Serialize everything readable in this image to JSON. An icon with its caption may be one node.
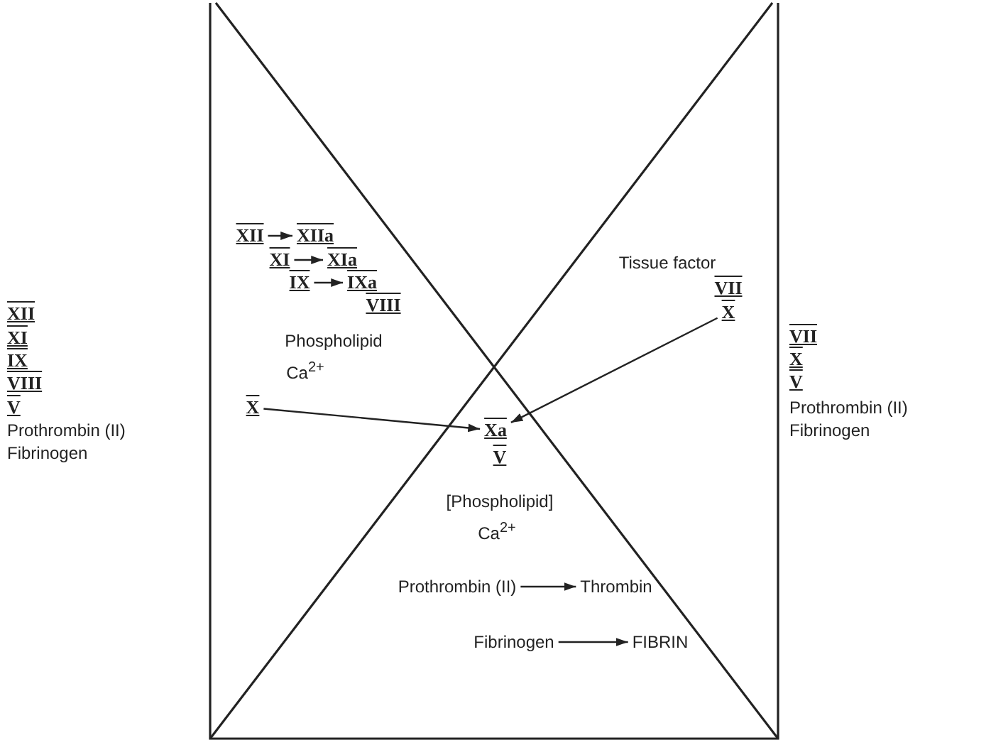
{
  "diagram": {
    "nodes": [
      {
        "text": [
          "XII"
        ]
      },
      {
        "text": [
          "XIIa"
        ]
      },
      {
        "text": [
          "XI"
        ]
      },
      {
        "text": [
          "XIa"
        ]
      },
      {
        "text": [
          "IX"
        ]
      },
      {
        "text": [
          "IXa"
        ]
      },
      {
        "text": [
          "X"
        ]
      },
      {
        "text": [
          "Xa"
        ]
      },
      {
        "text": [
          "X"
        ]
      },
      {
        "text": [
          "Prothrombin (II)"
        ]
      },
      {
        "text": [
          "Thrombin"
        ]
      },
      {
        "text": [
          "Fibrinogen"
        ]
      },
      {
        "text": [
          "FIBRIN"
        ]
      }
    ],
    "edges": [
      {
        "from": 0,
        "to": 1,
        "arrow": "to"
      },
      {
        "from": 2,
        "to": 3,
        "arrow": "to"
      },
      {
        "from": 4,
        "to": 5,
        "arrow": "to"
      },
      {
        "from": 6,
        "to": 7,
        "arrow": "to"
      },
      {
        "from": 8,
        "to": 7,
        "arrow": "to"
      },
      {
        "from": 9,
        "to": 10,
        "arrow": "to"
      },
      {
        "from": 11,
        "to": 12,
        "arrow": "to"
      }
    ],
    "labels": [
      "XII",
      "XI",
      "IX",
      "VIII",
      "V",
      "Prothrombin (II)",
      "Fibrinogen",
      "VIII",
      "Phospholipid",
      "Ca$^{2+}$",
      "Tissue factor",
      "VII",
      "V",
      "[Phospholipid]",
      "Ca$^{2+}$",
      "VII",
      "X",
      "V",
      "Prothrombin (II)",
      "Fibrinogen"
    ]
  }
}
